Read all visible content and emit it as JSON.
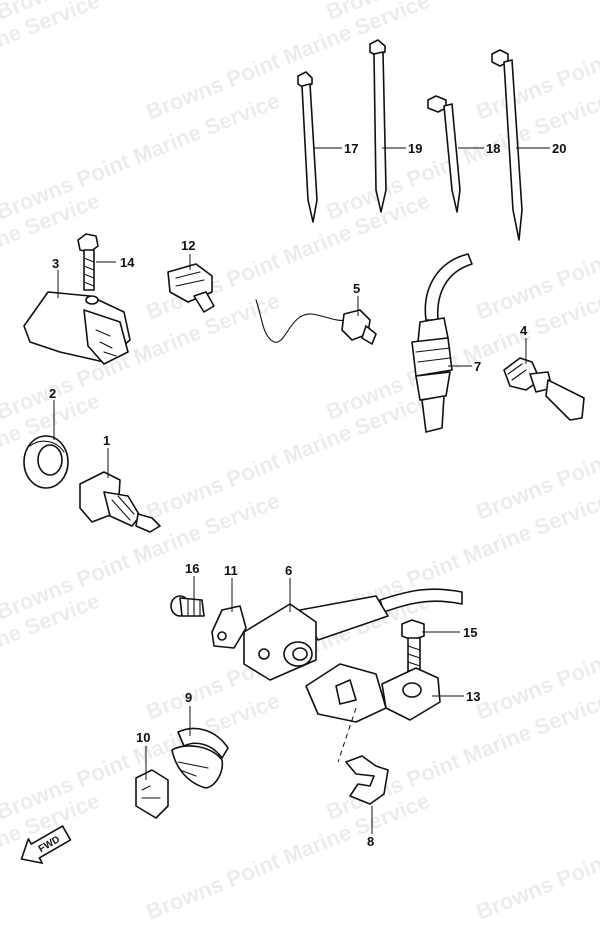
{
  "watermark": "Browns Point Marine Service",
  "fwd_label": "FWD",
  "callouts": [
    {
      "id": "17",
      "label": "17"
    },
    {
      "id": "19",
      "label": "19"
    },
    {
      "id": "18",
      "label": "18"
    },
    {
      "id": "20",
      "label": "20"
    },
    {
      "id": "3",
      "label": "3"
    },
    {
      "id": "14",
      "label": "14"
    },
    {
      "id": "12",
      "label": "12"
    },
    {
      "id": "5",
      "label": "5"
    },
    {
      "id": "4",
      "label": "4"
    },
    {
      "id": "7",
      "label": "7"
    },
    {
      "id": "2",
      "label": "2"
    },
    {
      "id": "1",
      "label": "1"
    },
    {
      "id": "16",
      "label": "16"
    },
    {
      "id": "11",
      "label": "11"
    },
    {
      "id": "6",
      "label": "6"
    },
    {
      "id": "15",
      "label": "15"
    },
    {
      "id": "13",
      "label": "13"
    },
    {
      "id": "9",
      "label": "9"
    },
    {
      "id": "10",
      "label": "10"
    },
    {
      "id": "8",
      "label": "8"
    }
  ]
}
